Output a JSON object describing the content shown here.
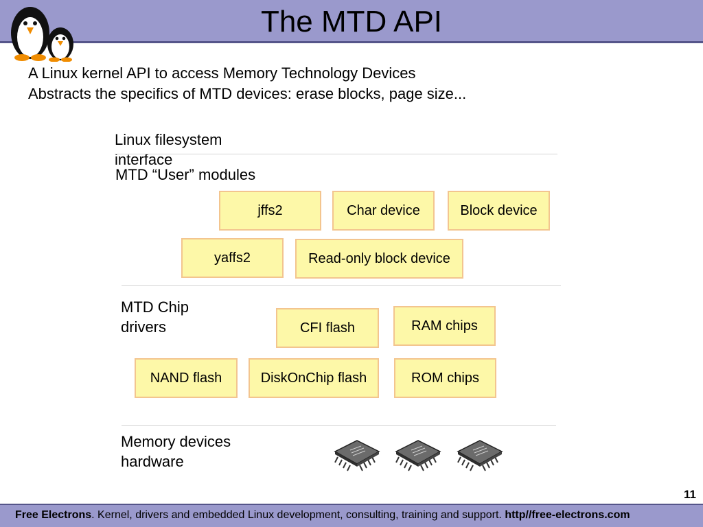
{
  "slide": {
    "title": "The MTD API",
    "intro": [
      "A Linux kernel API to access Memory Technology Devices",
      "Abstracts the specifics of MTD devices: erase blocks, page size..."
    ],
    "page_number": "11"
  },
  "diagram": {
    "layers": {
      "filesystem": "Linux filesystem\ninterface",
      "user_modules": "MTD “User” modules",
      "chip_drivers": "MTD Chip\ndrivers",
      "hardware": "Memory devices\nhardware"
    },
    "user_modules": [
      "jffs2",
      "Char device",
      "Block device",
      "yaffs2",
      "Read-only block device"
    ],
    "chip_drivers": [
      "CFI flash",
      "RAM chips",
      "NAND flash",
      "DiskOnChip flash",
      "ROM chips"
    ],
    "hardware_icons": [
      "chip-icon",
      "chip-icon",
      "chip-icon"
    ]
  },
  "footer": {
    "brand": "Free Electrons",
    "text": ". Kernel, drivers and embedded Linux development, consulting, training and support. ",
    "url": "http//free-electrons.com"
  },
  "colors": {
    "header_bg": "#9a99cc",
    "box_fill": "#fdf8a8",
    "box_border": "#f3c58f"
  }
}
